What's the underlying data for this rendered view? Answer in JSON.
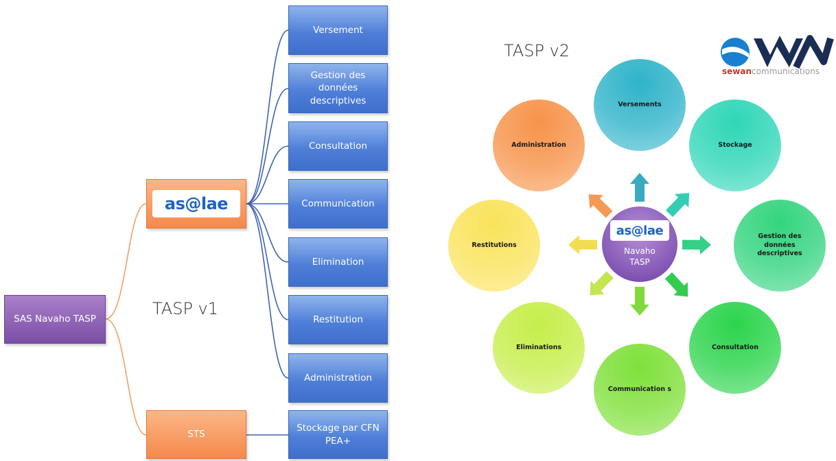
{
  "left_diagram": {
    "title": "TASP v1",
    "root": "SAS Navaho TASP",
    "asalae_logo": "as@lae",
    "sts": "STS",
    "modules": [
      "Versement",
      "Gestion des données descriptives",
      "Consultation",
      "Communication",
      "Elimination",
      "Restitution",
      "Administration"
    ],
    "sts_module": "Stockage par CFN PEA+"
  },
  "right_diagram": {
    "title": "TASP v2",
    "hub": {
      "logo": "as@lae",
      "line1": "Navaho",
      "line2": "TASP"
    },
    "nodes": [
      {
        "label": "Versements",
        "color": "#2fb3c9"
      },
      {
        "label": "Stockage",
        "color": "#2fd6b8"
      },
      {
        "label": "Gestion des données descriptives",
        "color": "#33d47e"
      },
      {
        "label": "Consultation",
        "color": "#2bd44c"
      },
      {
        "label": "Communication s",
        "color": "#7fe03a"
      },
      {
        "label": "Eliminations",
        "color": "#c6ee4a"
      },
      {
        "label": "Restitutions",
        "color": "#fae35a"
      },
      {
        "label": "Administration",
        "color": "#f7934a"
      }
    ]
  },
  "brand": {
    "name_bold": "sewan",
    "name_rest": "communications"
  }
}
